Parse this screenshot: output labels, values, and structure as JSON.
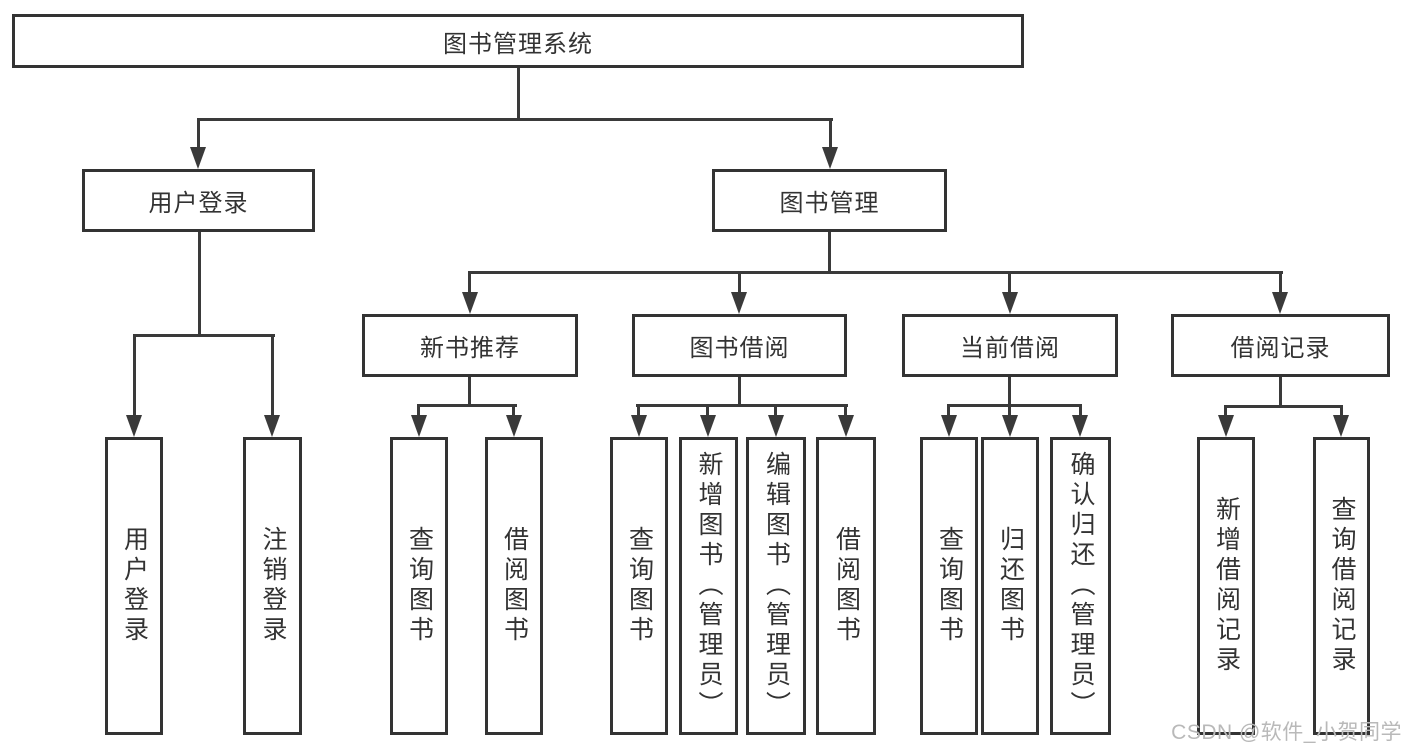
{
  "diagram": {
    "root": {
      "label": "图书管理系统"
    },
    "level2": {
      "user_login": {
        "label": "用户登录"
      },
      "book_mgmt": {
        "label": "图书管理"
      }
    },
    "level3": {
      "new_book_rec": {
        "label": "新书推荐"
      },
      "book_borrow": {
        "label": "图书借阅"
      },
      "current_borrow": {
        "label": "当前借阅"
      },
      "borrow_records": {
        "label": "借阅记录"
      }
    },
    "level4": {
      "ul_login": {
        "label": "用户登录"
      },
      "ul_logout": {
        "label": "注销登录"
      },
      "nbr_query": {
        "label": "查询图书"
      },
      "nbr_borrow": {
        "label": "借阅图书"
      },
      "bb_query": {
        "label": "查询图书"
      },
      "bb_add": {
        "label": "新增图书（管理员）"
      },
      "bb_edit": {
        "label": "编辑图书（管理员）"
      },
      "bb_borrow": {
        "label": "借阅图书"
      },
      "cb_query": {
        "label": "查询图书"
      },
      "cb_return": {
        "label": "归还图书"
      },
      "cb_confirm": {
        "label": "确认归还（管理员）"
      },
      "br_add": {
        "label": "新增借阅记录"
      },
      "br_query": {
        "label": "查询借阅记录"
      }
    },
    "hierarchy": {
      "图书管理系统": [
        "用户登录",
        "图书管理"
      ],
      "用户登录": [
        "用户登录",
        "注销登录"
      ],
      "图书管理": [
        "新书推荐",
        "图书借阅",
        "当前借阅",
        "借阅记录"
      ],
      "新书推荐": [
        "查询图书",
        "借阅图书"
      ],
      "图书借阅": [
        "查询图书",
        "新增图书（管理员）",
        "编辑图书（管理员）",
        "借阅图书"
      ],
      "当前借阅": [
        "查询图书",
        "归还图书",
        "确认归还（管理员）"
      ],
      "借阅记录": [
        "新增借阅记录",
        "查询借阅记录"
      ]
    }
  },
  "watermark": {
    "text": "CSDN @软件_小贺同学"
  },
  "colors": {
    "line": "#3a3a3a",
    "box_border": "#333333",
    "box_fill": "#ffffff",
    "text": "#333333",
    "watermark": "#b9b9b9",
    "background": "#ffffff"
  }
}
